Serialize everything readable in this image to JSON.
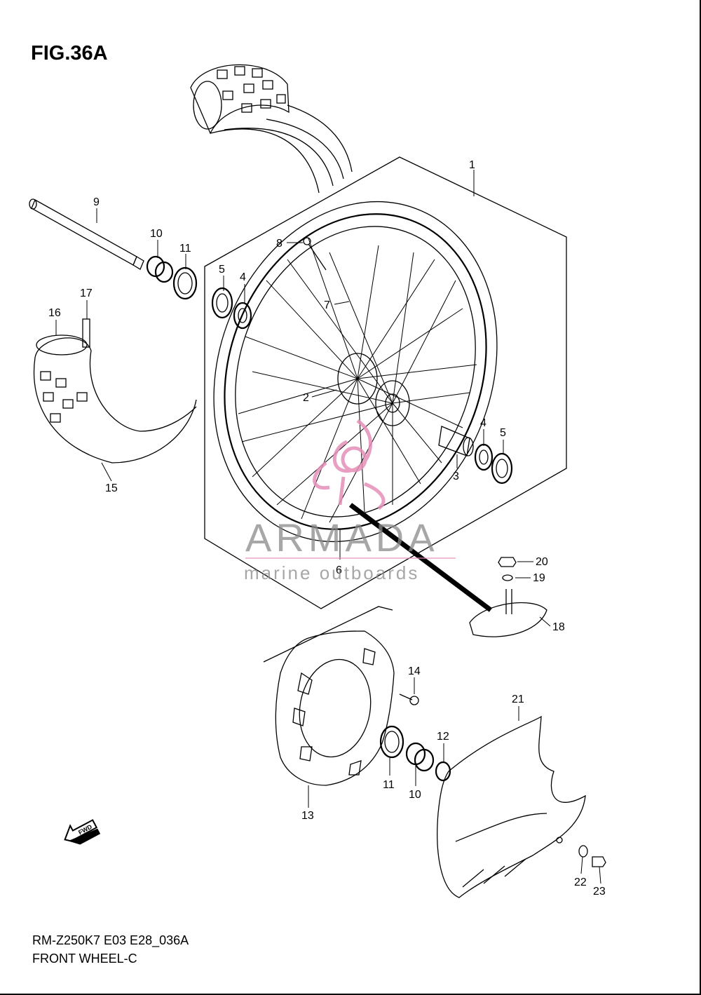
{
  "figure": {
    "title": "FIG.36A",
    "model_code": "RM-Z250K7 E03 E28_036A",
    "caption": "FRONT WHEEL-C"
  },
  "watermark": {
    "brand": "ARMADA",
    "tagline": "marine outboards",
    "color": "#e58fb8"
  },
  "direction_icon": {
    "label": "FWD",
    "icon": "fwd-arrow-icon"
  },
  "callouts": {
    "c1": "1",
    "c2": "2",
    "c3": "3",
    "c4a": "4",
    "c4b": "4",
    "c5a": "5",
    "c5b": "5",
    "c6": "6",
    "c7": "7",
    "c8": "8",
    "c9": "9",
    "c10a": "10",
    "c10b": "10",
    "c11a": "11",
    "c11b": "11",
    "c12": "12",
    "c13": "13",
    "c14": "14",
    "c15": "15",
    "c16": "16",
    "c17": "17",
    "c18": "18",
    "c19": "19",
    "c20": "20",
    "c21": "21",
    "c22": "22",
    "c23": "23"
  }
}
